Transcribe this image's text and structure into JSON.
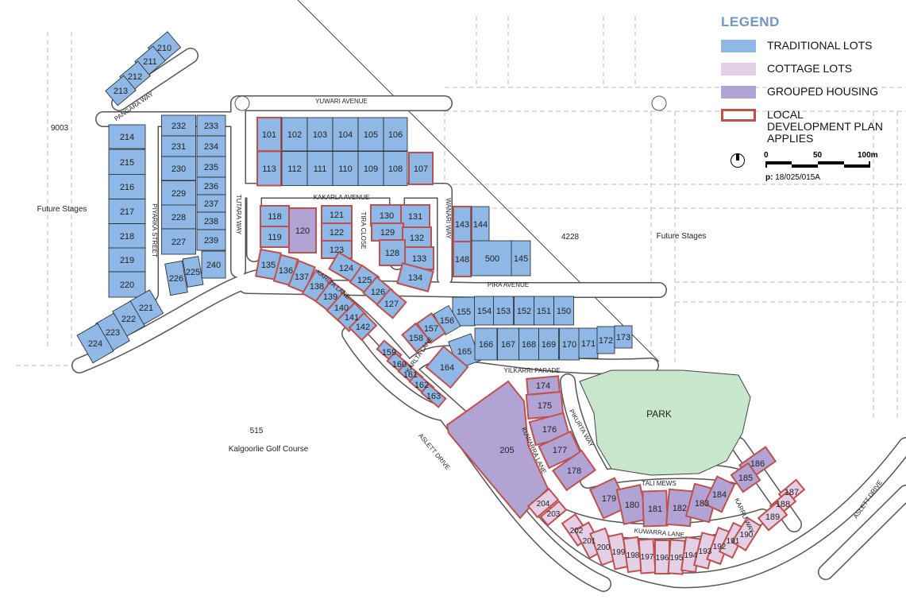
{
  "legend": {
    "title": "LEGEND",
    "items": [
      {
        "label": "TRADITIONAL LOTS",
        "fill": "#8fb8e6",
        "border": "#8fb8e6"
      },
      {
        "label": "COTTAGE LOTS",
        "fill": "#e3cfe6",
        "border": "#e3cfe6"
      },
      {
        "label": "GROUPED HOUSING",
        "fill": "#b1a3d4",
        "border": "#b1a3d4"
      },
      {
        "label": "LOCAL DEVELOPMENT PLAN APPLIES",
        "fill": "#ffffff",
        "border": "#c0504d"
      }
    ]
  },
  "scale": {
    "labels": [
      "0",
      "50",
      "100m"
    ],
    "plan_ref_prefix": "p:",
    "plan_ref": "18/025/015A",
    "north_icon": "north-arrow-icon"
  },
  "colors": {
    "traditional": "#8fb8e6",
    "cottage": "#e3cfe6",
    "grouped": "#b1a3d4",
    "ldp_border": "#c0504d",
    "park": "#c8e6cc",
    "road_edge": "#555555"
  },
  "park": {
    "label": "PARK"
  },
  "map_labels": [
    {
      "id": "pangara",
      "text": "PANGARA  WAY"
    },
    {
      "id": "lot9003",
      "text": "9003"
    },
    {
      "id": "future-west",
      "text": "Future Stages"
    },
    {
      "id": "piyarka",
      "text": "PIYARKA  STREET"
    },
    {
      "id": "tutara",
      "text": "TUTARA  WAY"
    },
    {
      "id": "yuwari",
      "text": "YUWARI    AVENUE"
    },
    {
      "id": "kakarla",
      "text": "KAKARLA AVENUE"
    },
    {
      "id": "tira",
      "text": "TIRA CLOSE"
    },
    {
      "id": "wanari",
      "text": "WANARI WAY"
    },
    {
      "id": "karlta1",
      "text": "KARLTA LANE"
    },
    {
      "id": "pira",
      "text": "PIRA AVENUE"
    },
    {
      "id": "lot4228",
      "text": "4228"
    },
    {
      "id": "future-east",
      "text": "Future Stages"
    },
    {
      "id": "karlta2",
      "text": "KARLTA LANE"
    },
    {
      "id": "yilkarri",
      "text": "YILKARRI  PARADE"
    },
    {
      "id": "kuwarra1",
      "text": "KUWARRA  LANE"
    },
    {
      "id": "pikurta",
      "text": "PIKURTA WAY"
    },
    {
      "id": "tali",
      "text": "TALI  MEWS"
    },
    {
      "id": "karru",
      "text": "KARRU  WAY"
    },
    {
      "id": "kuwarra2",
      "text": "KUWARRA   LANE"
    },
    {
      "id": "aslett1",
      "text": "ASLETT DRIVE"
    },
    {
      "id": "aslett2",
      "text": "ASLETT DRIVE"
    },
    {
      "id": "lot515",
      "text": "515"
    },
    {
      "id": "golf",
      "text": "Kalgoorlie Golf Course"
    }
  ],
  "lots": [
    {
      "n": "210",
      "type": "traditional",
      "ldp": false
    },
    {
      "n": "211",
      "type": "traditional",
      "ldp": false
    },
    {
      "n": "212",
      "type": "traditional",
      "ldp": false
    },
    {
      "n": "213",
      "type": "traditional",
      "ldp": false
    },
    {
      "n": "214",
      "type": "traditional",
      "ldp": false
    },
    {
      "n": "215",
      "type": "traditional",
      "ldp": false
    },
    {
      "n": "216",
      "type": "traditional",
      "ldp": false
    },
    {
      "n": "217",
      "type": "traditional",
      "ldp": false
    },
    {
      "n": "218",
      "type": "traditional",
      "ldp": false
    },
    {
      "n": "219",
      "type": "traditional",
      "ldp": false
    },
    {
      "n": "220",
      "type": "traditional",
      "ldp": false
    },
    {
      "n": "221",
      "type": "traditional",
      "ldp": false
    },
    {
      "n": "222",
      "type": "traditional",
      "ldp": false
    },
    {
      "n": "223",
      "type": "traditional",
      "ldp": false
    },
    {
      "n": "224",
      "type": "traditional",
      "ldp": false
    },
    {
      "n": "232",
      "type": "traditional",
      "ldp": false
    },
    {
      "n": "231",
      "type": "traditional",
      "ldp": false
    },
    {
      "n": "230",
      "type": "traditional",
      "ldp": false
    },
    {
      "n": "229",
      "type": "traditional",
      "ldp": false
    },
    {
      "n": "228",
      "type": "traditional",
      "ldp": false
    },
    {
      "n": "227",
      "type": "traditional",
      "ldp": false
    },
    {
      "n": "233",
      "type": "traditional",
      "ldp": false
    },
    {
      "n": "234",
      "type": "traditional",
      "ldp": false
    },
    {
      "n": "235",
      "type": "traditional",
      "ldp": false
    },
    {
      "n": "236",
      "type": "traditional",
      "ldp": false
    },
    {
      "n": "237",
      "type": "traditional",
      "ldp": false
    },
    {
      "n": "238",
      "type": "traditional",
      "ldp": false
    },
    {
      "n": "239",
      "type": "traditional",
      "ldp": false
    },
    {
      "n": "226",
      "type": "traditional",
      "ldp": false
    },
    {
      "n": "225",
      "type": "traditional",
      "ldp": false
    },
    {
      "n": "240",
      "type": "traditional",
      "ldp": false
    },
    {
      "n": "101",
      "type": "traditional",
      "ldp": true
    },
    {
      "n": "102",
      "type": "traditional",
      "ldp": false
    },
    {
      "n": "103",
      "type": "traditional",
      "ldp": false
    },
    {
      "n": "104",
      "type": "traditional",
      "ldp": false
    },
    {
      "n": "105",
      "type": "traditional",
      "ldp": false
    },
    {
      "n": "106",
      "type": "traditional",
      "ldp": false
    },
    {
      "n": "113",
      "type": "traditional",
      "ldp": true
    },
    {
      "n": "112",
      "type": "traditional",
      "ldp": false
    },
    {
      "n": "111",
      "type": "traditional",
      "ldp": false
    },
    {
      "n": "110",
      "type": "traditional",
      "ldp": false
    },
    {
      "n": "109",
      "type": "traditional",
      "ldp": false
    },
    {
      "n": "108",
      "type": "traditional",
      "ldp": false
    },
    {
      "n": "107",
      "type": "traditional",
      "ldp": true
    },
    {
      "n": "118",
      "type": "traditional",
      "ldp": true
    },
    {
      "n": "119",
      "type": "traditional",
      "ldp": true
    },
    {
      "n": "120",
      "type": "grouped",
      "ldp": true
    },
    {
      "n": "121",
      "type": "traditional",
      "ldp": true
    },
    {
      "n": "122",
      "type": "traditional",
      "ldp": true
    },
    {
      "n": "123",
      "type": "traditional",
      "ldp": true
    },
    {
      "n": "124",
      "type": "traditional",
      "ldp": true
    },
    {
      "n": "125",
      "type": "traditional",
      "ldp": true
    },
    {
      "n": "126",
      "type": "traditional",
      "ldp": true
    },
    {
      "n": "127",
      "type": "traditional",
      "ldp": true
    },
    {
      "n": "135",
      "type": "traditional",
      "ldp": true
    },
    {
      "n": "136",
      "type": "traditional",
      "ldp": true
    },
    {
      "n": "137",
      "type": "traditional",
      "ldp": true
    },
    {
      "n": "138",
      "type": "traditional",
      "ldp": true
    },
    {
      "n": "139",
      "type": "traditional",
      "ldp": true
    },
    {
      "n": "140",
      "type": "traditional",
      "ldp": true
    },
    {
      "n": "141",
      "type": "traditional",
      "ldp": true
    },
    {
      "n": "142",
      "type": "traditional",
      "ldp": true
    },
    {
      "n": "130",
      "type": "traditional",
      "ldp": true
    },
    {
      "n": "131",
      "type": "traditional",
      "ldp": true
    },
    {
      "n": "129",
      "type": "traditional",
      "ldp": true
    },
    {
      "n": "132",
      "type": "traditional",
      "ldp": true
    },
    {
      "n": "128",
      "type": "traditional",
      "ldp": true
    },
    {
      "n": "133",
      "type": "traditional",
      "ldp": true
    },
    {
      "n": "134",
      "type": "traditional",
      "ldp": true
    },
    {
      "n": "143",
      "type": "traditional",
      "ldp": true
    },
    {
      "n": "144",
      "type": "traditional",
      "ldp": false
    },
    {
      "n": "148",
      "type": "traditional",
      "ldp": true
    },
    {
      "n": "500",
      "type": "traditional",
      "ldp": false
    },
    {
      "n": "145",
      "type": "traditional",
      "ldp": false
    },
    {
      "n": "155",
      "type": "traditional",
      "ldp": false
    },
    {
      "n": "154",
      "type": "traditional",
      "ldp": false
    },
    {
      "n": "153",
      "type": "traditional",
      "ldp": false
    },
    {
      "n": "152",
      "type": "traditional",
      "ldp": false
    },
    {
      "n": "151",
      "type": "traditional",
      "ldp": false
    },
    {
      "n": "150",
      "type": "traditional",
      "ldp": false
    },
    {
      "n": "156",
      "type": "traditional",
      "ldp": false
    },
    {
      "n": "157",
      "type": "traditional",
      "ldp": true
    },
    {
      "n": "158",
      "type": "traditional",
      "ldp": true
    },
    {
      "n": "165",
      "type": "traditional",
      "ldp": false
    },
    {
      "n": "166",
      "type": "traditional",
      "ldp": false
    },
    {
      "n": "167",
      "type": "traditional",
      "ldp": false
    },
    {
      "n": "168",
      "type": "traditional",
      "ldp": false
    },
    {
      "n": "169",
      "type": "traditional",
      "ldp": false
    },
    {
      "n": "170",
      "type": "traditional",
      "ldp": false
    },
    {
      "n": "171",
      "type": "traditional",
      "ldp": false
    },
    {
      "n": "172",
      "type": "traditional",
      "ldp": false
    },
    {
      "n": "173",
      "type": "traditional",
      "ldp": false
    },
    {
      "n": "159",
      "type": "traditional",
      "ldp": true
    },
    {
      "n": "160",
      "type": "traditional",
      "ldp": true
    },
    {
      "n": "161",
      "type": "traditional",
      "ldp": true
    },
    {
      "n": "162",
      "type": "traditional",
      "ldp": true
    },
    {
      "n": "163",
      "type": "traditional",
      "ldp": true
    },
    {
      "n": "164",
      "type": "traditional",
      "ldp": true
    },
    {
      "n": "174",
      "type": "grouped",
      "ldp": true
    },
    {
      "n": "175",
      "type": "grouped",
      "ldp": true
    },
    {
      "n": "176",
      "type": "grouped",
      "ldp": true
    },
    {
      "n": "177",
      "type": "grouped",
      "ldp": true
    },
    {
      "n": "178",
      "type": "grouped",
      "ldp": true
    },
    {
      "n": "205",
      "type": "grouped",
      "ldp": true
    },
    {
      "n": "204",
      "type": "cottage",
      "ldp": true
    },
    {
      "n": "203",
      "type": "cottage",
      "ldp": true
    },
    {
      "n": "186",
      "type": "grouped",
      "ldp": true
    },
    {
      "n": "185",
      "type": "grouped",
      "ldp": true
    },
    {
      "n": "187",
      "type": "cottage",
      "ldp": true
    },
    {
      "n": "188",
      "type": "cottage",
      "ldp": true
    },
    {
      "n": "189",
      "type": "cottage",
      "ldp": true
    },
    {
      "n": "179",
      "type": "grouped",
      "ldp": true
    },
    {
      "n": "180",
      "type": "grouped",
      "ldp": true
    },
    {
      "n": "181",
      "type": "grouped",
      "ldp": true
    },
    {
      "n": "182",
      "type": "grouped",
      "ldp": true
    },
    {
      "n": "183",
      "type": "grouped",
      "ldp": true
    },
    {
      "n": "184",
      "type": "grouped",
      "ldp": true
    },
    {
      "n": "202",
      "type": "cottage",
      "ldp": true
    },
    {
      "n": "201",
      "type": "cottage",
      "ldp": true
    },
    {
      "n": "200",
      "type": "cottage",
      "ldp": true
    },
    {
      "n": "199",
      "type": "cottage",
      "ldp": true
    },
    {
      "n": "198",
      "type": "cottage",
      "ldp": true
    },
    {
      "n": "197",
      "type": "cottage",
      "ldp": true
    },
    {
      "n": "196",
      "type": "cottage",
      "ldp": true
    },
    {
      "n": "195",
      "type": "cottage",
      "ldp": true
    },
    {
      "n": "194",
      "type": "cottage",
      "ldp": true
    },
    {
      "n": "193",
      "type": "cottage",
      "ldp": true
    },
    {
      "n": "192",
      "type": "cottage",
      "ldp": true
    },
    {
      "n": "191",
      "type": "cottage",
      "ldp": true
    },
    {
      "n": "190",
      "type": "cottage",
      "ldp": true
    }
  ]
}
